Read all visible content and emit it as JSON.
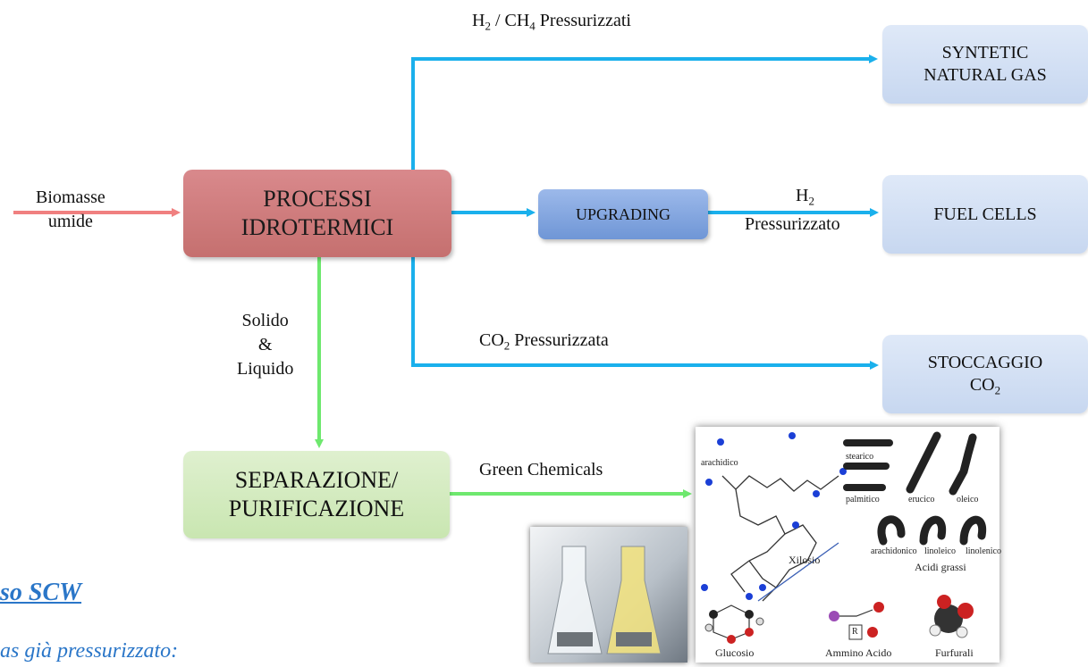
{
  "nodes": {
    "processi": [
      "PROCESSI",
      "IDROTERMICI"
    ],
    "upgrading": "UPGRADING",
    "separazione": [
      "SEPARAZIONE/",
      "PURIFICAZIONE"
    ],
    "syntetic": [
      "SYNTETIC",
      "NATURAL GAS"
    ],
    "fuel_cells": "FUEL CELLS",
    "stoccaggio": {
      "line1": "STOCCAGGIO",
      "co2_base": "CO",
      "co2_sub": "2"
    }
  },
  "labels": {
    "biomasse": [
      "Biomasse",
      "umide"
    ],
    "h2_ch4": {
      "h": "H",
      "sub1": "2",
      "mid": " / CH",
      "sub2": "4",
      "rest": " Pressurizzati"
    },
    "h2": {
      "base": "H",
      "sub": "2"
    },
    "pressurizzato": "Pressurizzato",
    "solido": [
      "Solido",
      "&",
      "Liquido"
    ],
    "co2_press": {
      "base": "CO",
      "sub": "2",
      "rest": " Pressurizzata"
    },
    "green": "Green Chemicals"
  },
  "molecules": {
    "xilosio": "Xilosio",
    "acidi_grassi": "Acidi grassi",
    "glucosio": "Glucosio",
    "ammino": "Ammino Acido",
    "furfurali": "Furfurali",
    "r": "R",
    "fatty": [
      "arachidico",
      "stearico",
      "palmitico",
      "erucico",
      "oleico",
      "arachidonico",
      "linoleico",
      "linolenico"
    ]
  },
  "footer": {
    "scw": "so SCW",
    "gas": "as già pressurizzato:"
  },
  "colors": {
    "input_arrow": "#f08080",
    "output_arrow": "#1ab0ec",
    "solid_arrow": "#6ee86e",
    "processi": "#c97a7a",
    "upgrading": "#7fa3e0",
    "separazione": "#d4ebc0",
    "destination": "#d3e0f5"
  }
}
